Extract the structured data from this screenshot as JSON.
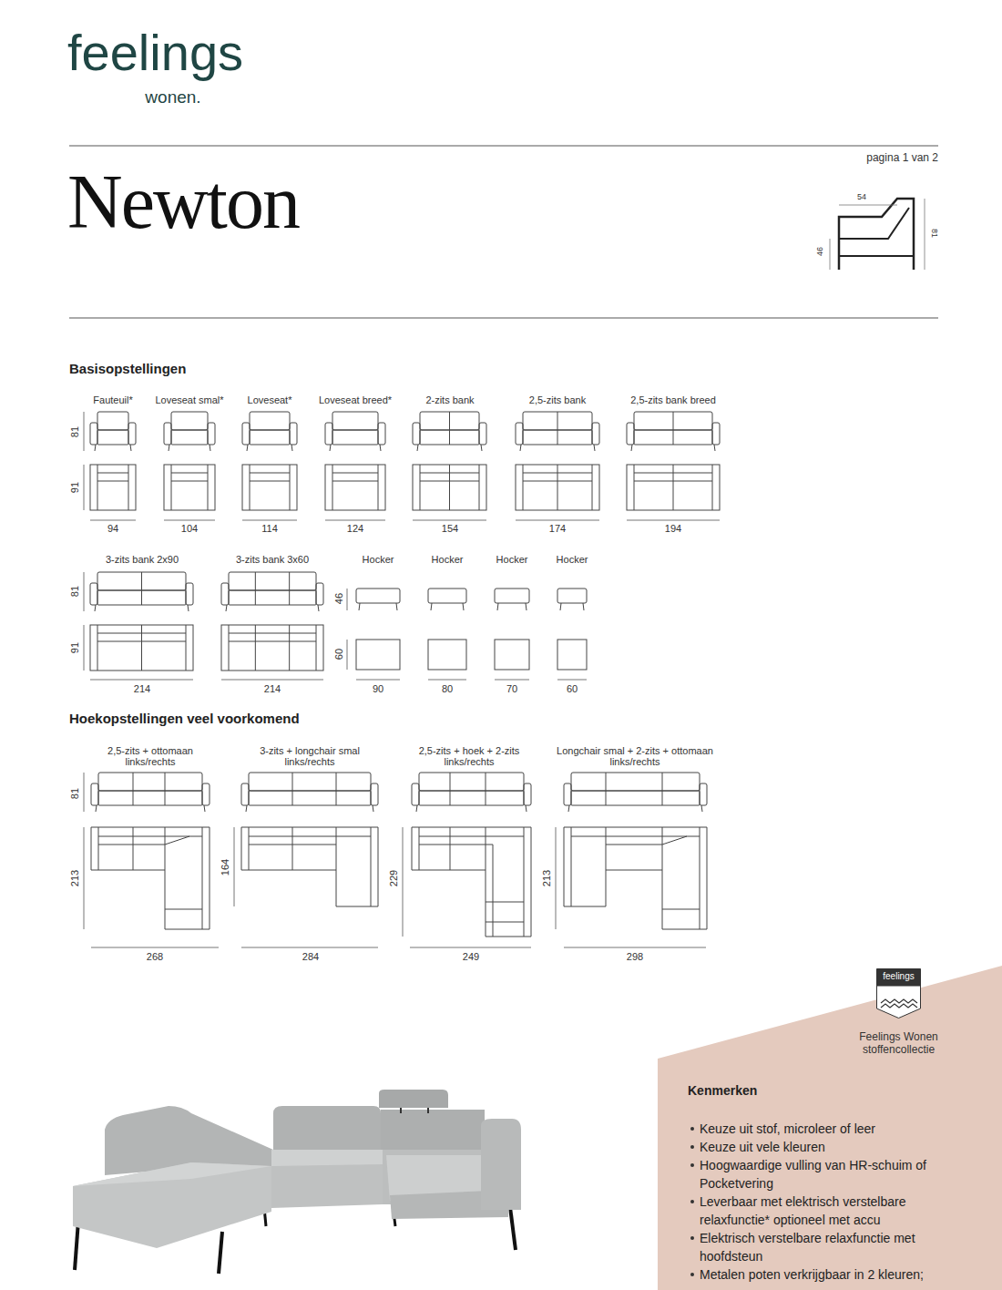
{
  "diagram": {
    "title": "Newton",
    "nodes": [
      {
        "text": [
          "feelings",
          "Feelings Wonen stoffencollectie"
        ]
      },
      {
        "text": [
          "Kenmerken",
          "Keuze uit stof, microleer of leer",
          "Keuze uit vele kleuren",
          "Hoogwaardige vulling van HR-schuim of Pocketvering",
          "Leverbaar met elektrisch verstelbare relaxfunctie* optioneel met accu",
          "Elektrisch verstelbare relaxfunctie met hoofdsteun",
          "Metalen poten verkrijgbaar in 2 kleuren;"
        ]
      }
    ],
    "labels": [
      "feelings",
      "wonen.",
      "pagina 1 van 2",
      "54",
      "81",
      "46",
      "Basisopstellingen",
      "Fauteuil*",
      "Loveseat smal*",
      "Loveseat*",
      "Loveseat breed*",
      "2-zits bank",
      "2,5-zits bank",
      "2,5-zits bank breed",
      "81",
      "91",
      "94",
      "104",
      "114",
      "124",
      "154",
      "174",
      "194",
      "3-zits bank 2x90",
      "3-zits bank 3x60",
      "Hocker",
      "Hocker",
      "Hocker",
      "Hocker",
      "81",
      "46",
      "91",
      "60",
      "214",
      "214",
      "90",
      "80",
      "70",
      "60",
      "Hoekopstellingen veel voorkomend",
      "2,5-zits + ottomaan links/rechts",
      "3-zits + longchair smal links/rechts",
      "2,5-zits + hoek + 2-zits links/rechts",
      "Longchair smal + 2-zits + ottomaan links/rechts",
      "81",
      "213",
      "164",
      "229",
      "213",
      "268",
      "284",
      "249",
      "298"
    ]
  }
}
